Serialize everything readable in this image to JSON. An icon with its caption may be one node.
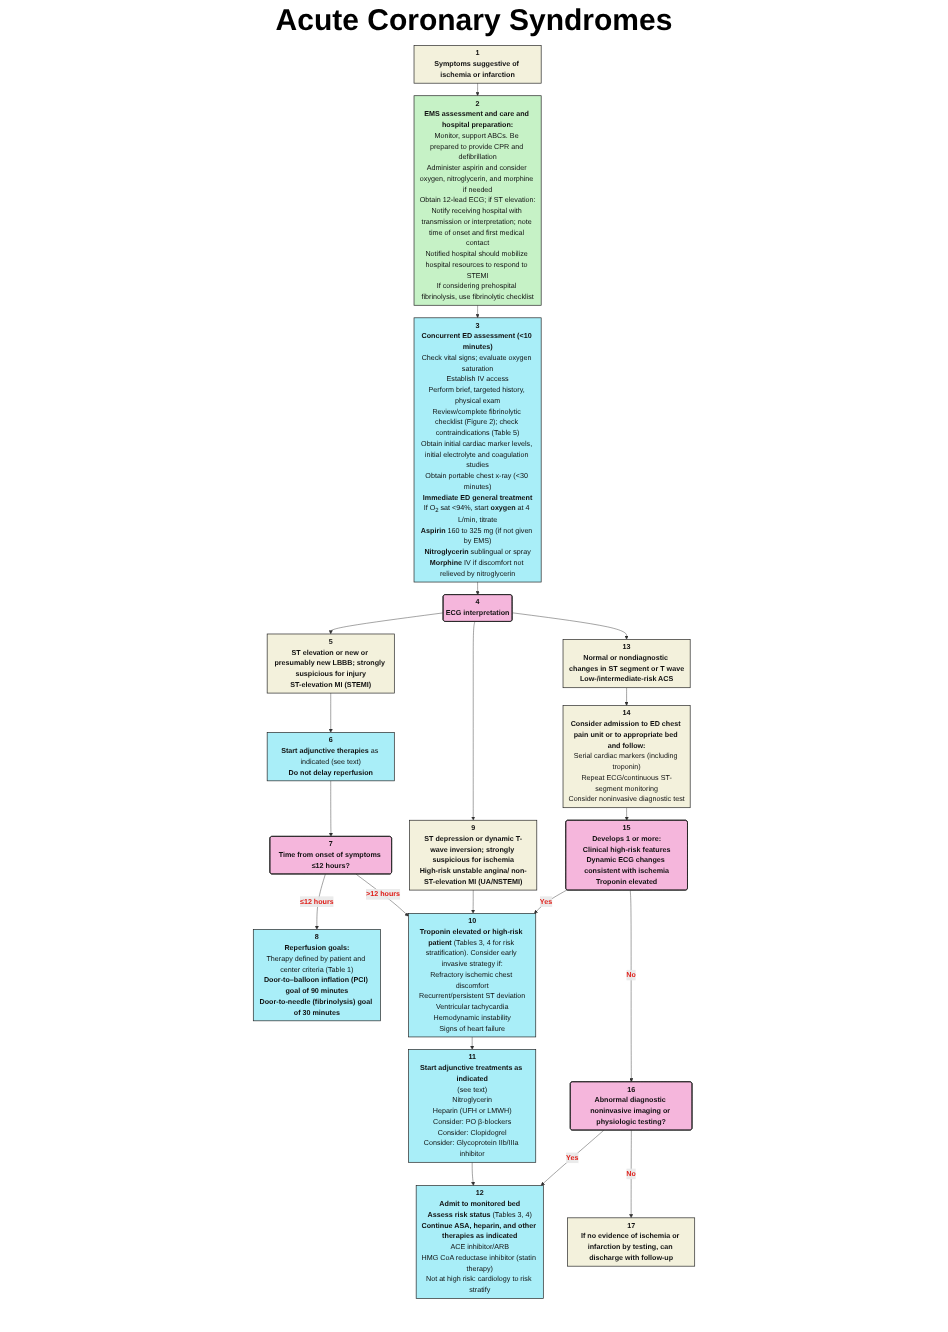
{
  "diagram": {
    "title": "Acute Coronary Syndromes",
    "nodes": [
      {
        "text": [
          "1",
          "Symptoms suggestive of ischemia or infarction"
        ]
      },
      {
        "text": [
          "2",
          "EMS assessment and care and hospital preparation:",
          "Monitor, support ABCs. Be prepared to provide CPR and defibrillation",
          "Administer aspirin and consider oxygen, nitroglycerin, and morphine if needed",
          "Obtain 12-lead ECG; if ST elevation:",
          "Notify receiving hospital with transmission or interpretation; note time of onset and first medical contact",
          "Notified hospital should mobilize hospital resources to respond to STEMI",
          "If considering prehospital fibrinolysis, use fibrinolytic checklist"
        ]
      },
      {
        "text": [
          "3",
          "Concurrent ED assessment (<10 minutes)",
          "Check vital signs; evaluate oxygen saturation",
          "Establish IV access",
          "Perform brief, targeted history, physical exam",
          "Review/complete fibrinolytic checklist (Figure 2); check contraindications (Table 5)",
          "Obtain initial cardiac marker levels, initial electrolyte and coagulation studies",
          "Obtain portable chest x-ray (<30 minutes)",
          "Immediate ED general treatment",
          "If O$_{2}$ sat <94%, start **oxygen** at 4 L/min, titrate",
          "**Aspirin** 160 to 325 mg (if not given by EMS)",
          "**Nitroglycerin** sublingual or spray",
          "**Morphine** IV if discomfort not relieved by nitroglycerin"
        ]
      },
      {
        "text": [
          "4",
          "ECG interpretation"
        ]
      },
      {
        "text": [
          "5",
          "ST elevation or new or presumably new LBBB; strongly suspicious for injury",
          "ST-elevation MI (STEMI)"
        ]
      },
      {
        "text": [
          "6",
          "**Start adjunctive therapies** as indicated (see text)",
          "Do not delay reperfusion"
        ]
      },
      {
        "text": [
          "7",
          "Time from onset of symptoms ≤12 hours?"
        ]
      },
      {
        "text": [
          "8",
          "Reperfusion goals:",
          "Therapy defined by patient and center criteria (Table 1)",
          "Door-to–balloon inflation (PCI) goal of 90 minutes",
          "Door-to-needle (fibrinolysis) goal of 30 minutes"
        ]
      },
      {
        "text": [
          "9",
          "ST depression or dynamic T-wave inversion; strongly suspicious for ischemia",
          "High-risk unstable angina/ non-ST-elevation MI (UA/NSTEMI)"
        ]
      },
      {
        "text": [
          "10",
          "**Troponin elevated or high-risk patient** (Tables 3, 4 for risk stratification). Consider early invasive strategy if:",
          "Refractory ischemic chest discomfort",
          "Recurrent/persistent ST deviation",
          "Ventricular tachycardia",
          "Hemodynamic instability",
          "Signs of heart failure"
        ]
      },
      {
        "text": [
          "11",
          "Start adjunctive treatments as indicated",
          "(see text)",
          "Nitroglycerin",
          "Heparin (UFH or LMWH)",
          "Consider: PO β-blockers",
          "Consider: Clopidogrel",
          "Consider: Glycoprotein IIb/IIIa inhibitor"
        ]
      },
      {
        "text": [
          "12",
          "Admit to monitored bed",
          "**Assess risk status** (Tables 3, 4)",
          "Continue ASA, heparin, and other therapies as indicated",
          "ACE inhibitor/ARB",
          "HMG CoA reductase inhibitor (statin therapy)",
          "Not at high risk: cardiology to risk stratify"
        ]
      },
      {
        "text": [
          "13",
          "Normal or nondiagnostic changes in ST segment or T wave",
          "Low-/intermediate-risk ACS"
        ]
      },
      {
        "text": [
          "14",
          "Consider admission to ED chest pain unit or to appropriate bed and follow:",
          "Serial cardiac markers (including troponin)",
          "Repeat ECG/continuous ST-segment monitoring",
          "Consider noninvasive diagnostic test"
        ]
      },
      {
        "text": [
          "15",
          "Develops 1 or more:",
          "Clinical high-risk features",
          "Dynamic ECG changes consistent with ischemia",
          "Troponin elevated"
        ]
      },
      {
        "text": [
          "16",
          "Abnormal diagnostic noninvasive imaging or physiologic testing?"
        ]
      },
      {
        "text": [
          "17",
          "If no evidence of ischemia or infarction by testing, can discharge with follow-up"
        ]
      }
    ],
    "edges": [
      {
        "from": 0,
        "to": 1,
        "arrow": "to"
      },
      {
        "from": 1,
        "to": 2,
        "arrow": "to"
      },
      {
        "from": 2,
        "to": 3,
        "arrow": "to"
      },
      {
        "from": 3,
        "to": 4,
        "arrow": "to"
      },
      {
        "from": 3,
        "to": 8,
        "arrow": "to"
      },
      {
        "from": 3,
        "to": 12,
        "arrow": "to"
      },
      {
        "from": 4,
        "to": 5,
        "arrow": "to"
      },
      {
        "from": 5,
        "to": 6,
        "arrow": "to"
      },
      {
        "from": 6,
        "to": 9,
        "arrow": "to",
        "label": ">12 hours"
      },
      {
        "from": 6,
        "to": 7,
        "arrow": "to",
        "label": "≤12 hours"
      },
      {
        "from": 8,
        "to": 9,
        "arrow": "to"
      },
      {
        "from": 9,
        "to": 10,
        "arrow": "to"
      },
      {
        "from": 10,
        "to": 11,
        "arrow": "to"
      },
      {
        "from": 12,
        "to": 13,
        "arrow": "to"
      },
      {
        "from": 13,
        "to": 14,
        "arrow": "to"
      },
      {
        "from": 14,
        "to": 9,
        "arrow": "to",
        "label": "Yes"
      },
      {
        "from": 14,
        "to": 15,
        "arrow": "to",
        "label": "No"
      },
      {
        "from": 15,
        "to": 11,
        "arrow": "to",
        "label": "Yes"
      },
      {
        "from": 15,
        "to": 16,
        "arrow": "to",
        "label": "No"
      }
    ]
  }
}
